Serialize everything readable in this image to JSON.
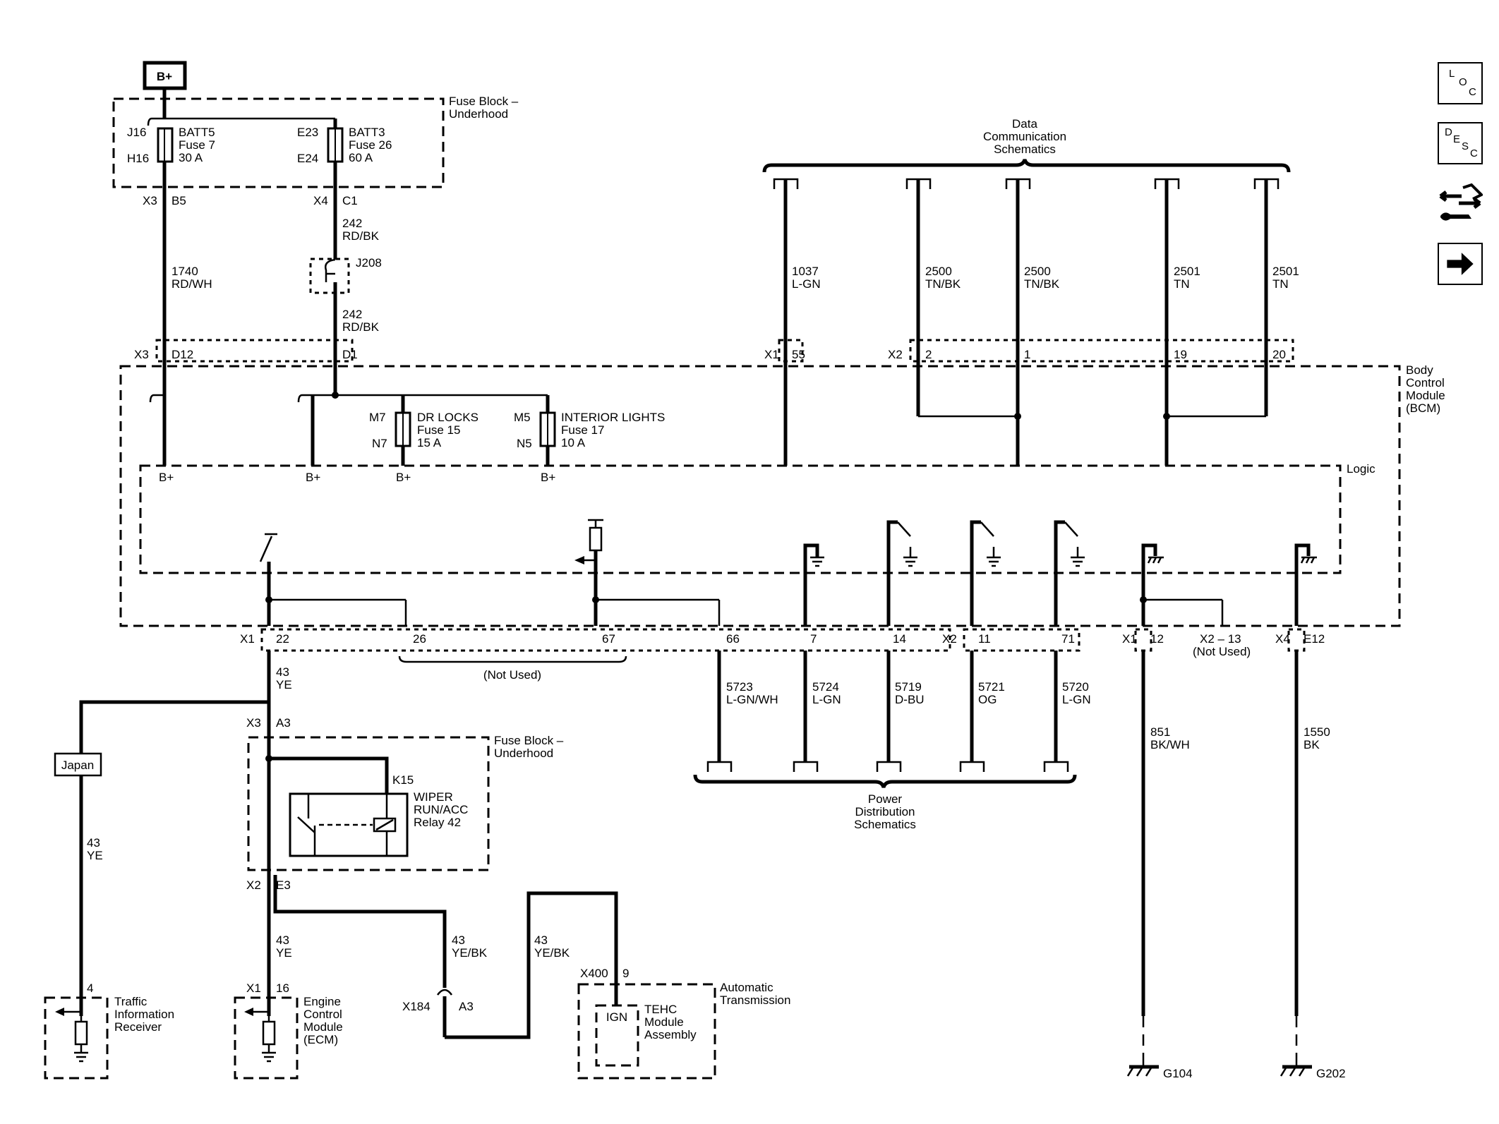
{
  "battery": "B+",
  "fuse_block_underhood": [
    "Fuse Block –",
    "Underhood"
  ],
  "fuses_top": [
    {
      "pin_in": "J16",
      "pin_out": "H16",
      "name": "BATT5",
      "fuse": "Fuse 7",
      "rating": "30 A"
    },
    {
      "pin_in": "E23",
      "pin_out": "E24",
      "name": "BATT3",
      "fuse": "Fuse 26",
      "rating": "60 A"
    }
  ],
  "fuses_bcm": [
    {
      "pin_in": "M7",
      "pin_out": "N7",
      "name": "DR LOCKS",
      "fuse": "Fuse 15",
      "rating": "15 A"
    },
    {
      "pin_in": "M5",
      "pin_out": "N5",
      "name": "INTERIOR LIGHTS",
      "fuse": "Fuse 17",
      "rating": "10 A"
    }
  ],
  "connectors": {
    "x3": "X3",
    "b5": "B5",
    "x4": "X4",
    "c1": "C1",
    "d12": "D12",
    "d1": "D1",
    "x1": "X1",
    "x2": "X2",
    "p55": "55",
    "p2": "2",
    "p1": "1",
    "p19": "19",
    "p20": "20",
    "p22": "22",
    "p26": "26",
    "p67": "67",
    "p66": "66",
    "p7": "7",
    "p14": "14",
    "p11": "11",
    "p71": "71",
    "p12": "12",
    "x2_13": "X2 – 13",
    "e12": "E12",
    "a3": "A3",
    "e3": "E3",
    "p16": "16",
    "p4": "4",
    "x184": "X184",
    "x400": "X400",
    "p9": "9"
  },
  "splice": "J208",
  "wires": {
    "w1740": [
      "1740",
      "RD/WH"
    ],
    "w242": [
      "242",
      "RD/BK"
    ],
    "w1037": [
      "1037",
      "L-GN"
    ],
    "w2500": [
      "2500",
      "TN/BK"
    ],
    "w2501": [
      "2501",
      "TN"
    ],
    "w5723": [
      "5723",
      "L-GN/WH"
    ],
    "w5724": [
      "5724",
      "L-GN"
    ],
    "w5719": [
      "5719",
      "D-BU"
    ],
    "w5721": [
      "5721",
      "OG"
    ],
    "w5720": [
      "5720",
      "L-GN"
    ],
    "w851": [
      "851",
      "BK/WH"
    ],
    "w1550": [
      "1550",
      "BK"
    ],
    "w43": [
      "43",
      "YE"
    ],
    "w43bk": [
      "43",
      "YE/BK"
    ]
  },
  "data_comm": [
    "Data",
    "Communication",
    "Schematics"
  ],
  "bcm": [
    "Body",
    "Control",
    "Module",
    "(BCM)"
  ],
  "logic": "Logic",
  "bplus": "B+",
  "not_used": "(Not Used)",
  "power_dist": [
    "Power",
    "Distribution",
    "Schematics"
  ],
  "relay": {
    "ref": "K15",
    "l1": "WIPER",
    "l2": "RUN/ACC",
    "l3": "Relay 42"
  },
  "japan": "Japan",
  "traffic": [
    "Traffic",
    "Information",
    "Receiver"
  ],
  "ecm": [
    "Engine",
    "Control",
    "Module",
    "(ECM)"
  ],
  "trans": [
    "Automatic",
    "Transmission"
  ],
  "ign": "IGN",
  "tehc": [
    "TEHC",
    "Module",
    "Assembly"
  ],
  "grounds": [
    "G104",
    "G202"
  ],
  "nav": {
    "loc": [
      "L",
      "O",
      "C"
    ],
    "desc": [
      "D",
      "E",
      "S",
      "C"
    ]
  }
}
